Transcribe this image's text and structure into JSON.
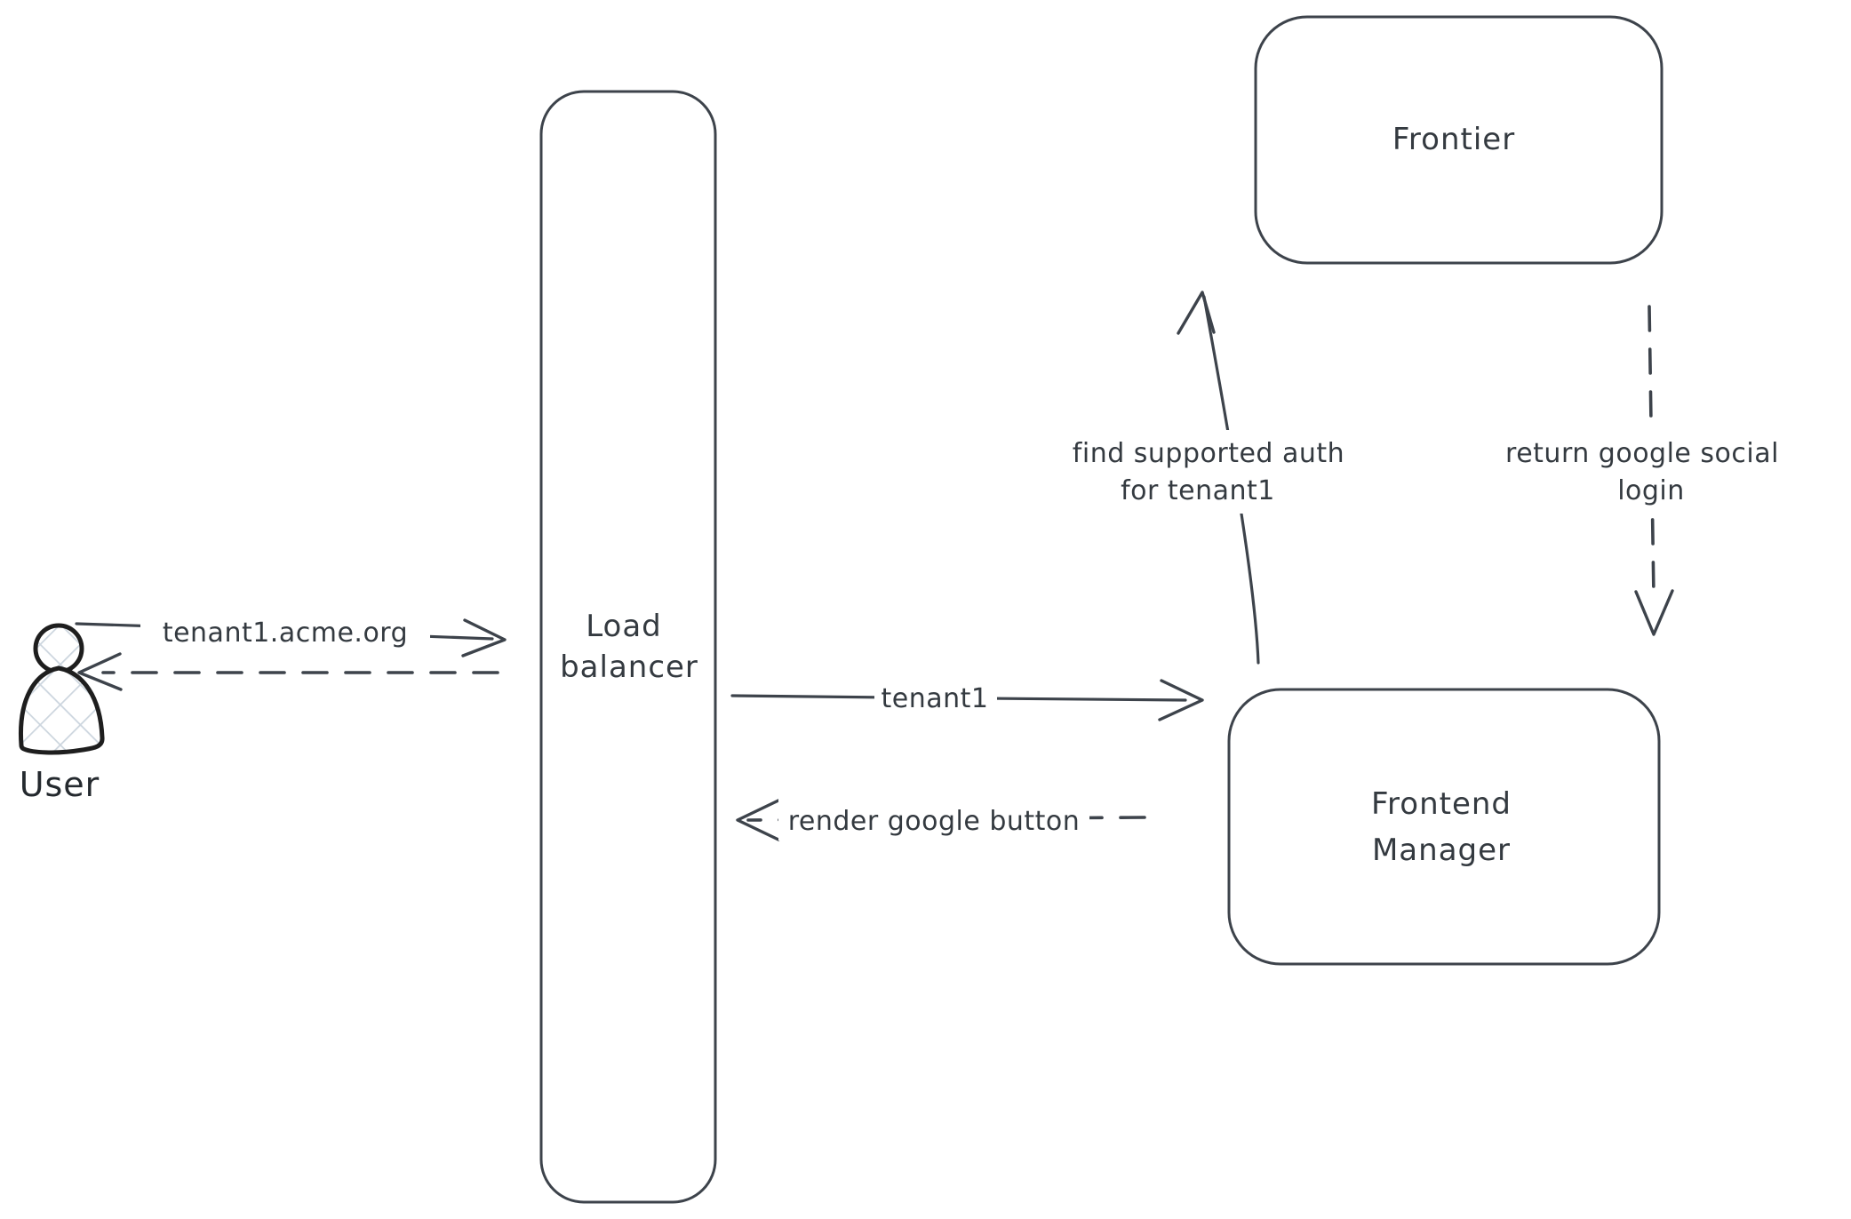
{
  "diagram": {
    "actor": {
      "label": "User"
    },
    "nodes": {
      "load_balancer": {
        "line1": "Load",
        "line2": "balancer"
      },
      "frontier": {
        "line1": "Frontier"
      },
      "frontend_manager": {
        "line1": "Frontend",
        "line2": "Manager"
      }
    },
    "edges": {
      "user_to_lb": {
        "label": "tenant1.acme.org",
        "style": "solid",
        "direction": "right"
      },
      "lb_to_user": {
        "label": "",
        "style": "dashed",
        "direction": "left"
      },
      "lb_to_fm": {
        "label": "tenant1",
        "style": "solid",
        "direction": "right"
      },
      "fm_to_lb": {
        "label": "render google button",
        "style": "dashed",
        "direction": "left"
      },
      "fm_to_frontier": {
        "line1": "find supported auth",
        "line2": "for tenant1",
        "style": "solid",
        "direction": "up"
      },
      "frontier_to_fm": {
        "line1": "return google social",
        "line2": "login",
        "style": "dashed",
        "direction": "down"
      }
    },
    "colors": {
      "stroke": "#3d434b",
      "text": "#343a40",
      "actor_outline": "#1e1e1e",
      "actor_hatch_fill": "#ccd5de",
      "canvas": "#ffffff"
    }
  }
}
